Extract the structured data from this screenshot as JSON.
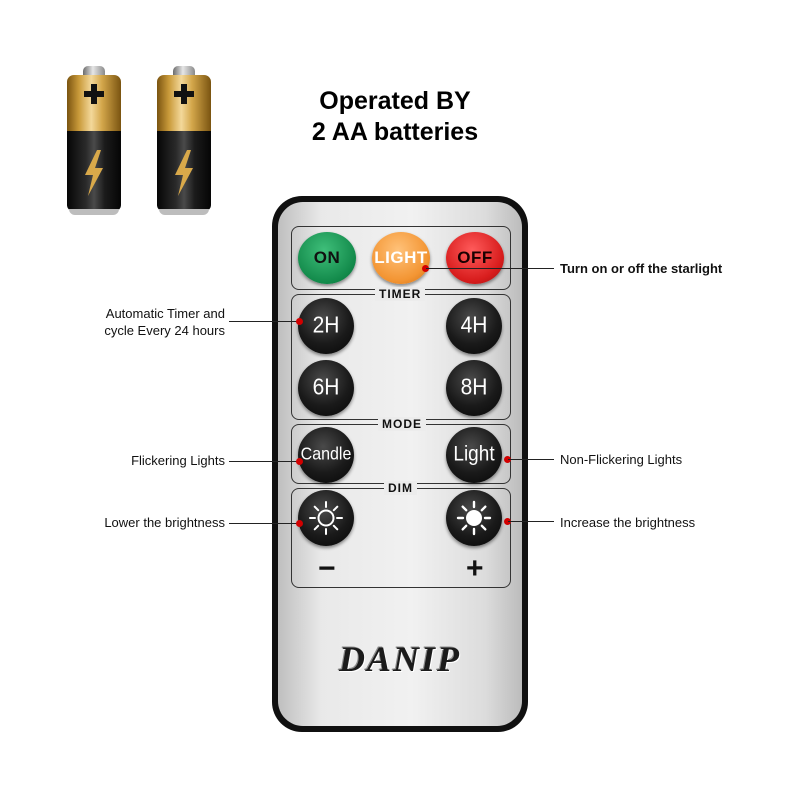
{
  "headline": {
    "line1": "Operated BY",
    "line2": "2 AA batteries"
  },
  "batteries": [
    {
      "plus_icon": "plus-icon",
      "bolt_icon": "lightning-icon"
    },
    {
      "plus_icon": "plus-icon",
      "bolt_icon": "lightning-icon"
    }
  ],
  "remote": {
    "power_buttons": {
      "on": "ON",
      "light": "LIGHT",
      "off": "OFF"
    },
    "timer": {
      "label": "TIMER",
      "buttons": [
        "2H",
        "4H",
        "6H",
        "8H"
      ]
    },
    "mode": {
      "label": "MODE",
      "candle": "Candle",
      "light": "Light"
    },
    "dim": {
      "label": "DIM",
      "minus": "−",
      "plus": "+",
      "lower_icon": "sun-outline-icon",
      "raise_icon": "sun-filled-icon"
    },
    "brand": "DANIP"
  },
  "callouts": {
    "starlight": "Turn on or off the starlight",
    "timer": "Automatic Timer and cycle Every 24 hours",
    "timer_line1": "Automatic Timer and",
    "timer_line2": "cycle Every 24 hours",
    "flickering": "Flickering Lights",
    "non_flickering": "Non-Flickering Lights",
    "lower": "Lower the brightness",
    "increase": "Increase the brightness"
  },
  "colors": {
    "on": "#12894a",
    "light": "#f39533",
    "off": "#d81d1d",
    "callout_dot": "#d20000"
  }
}
